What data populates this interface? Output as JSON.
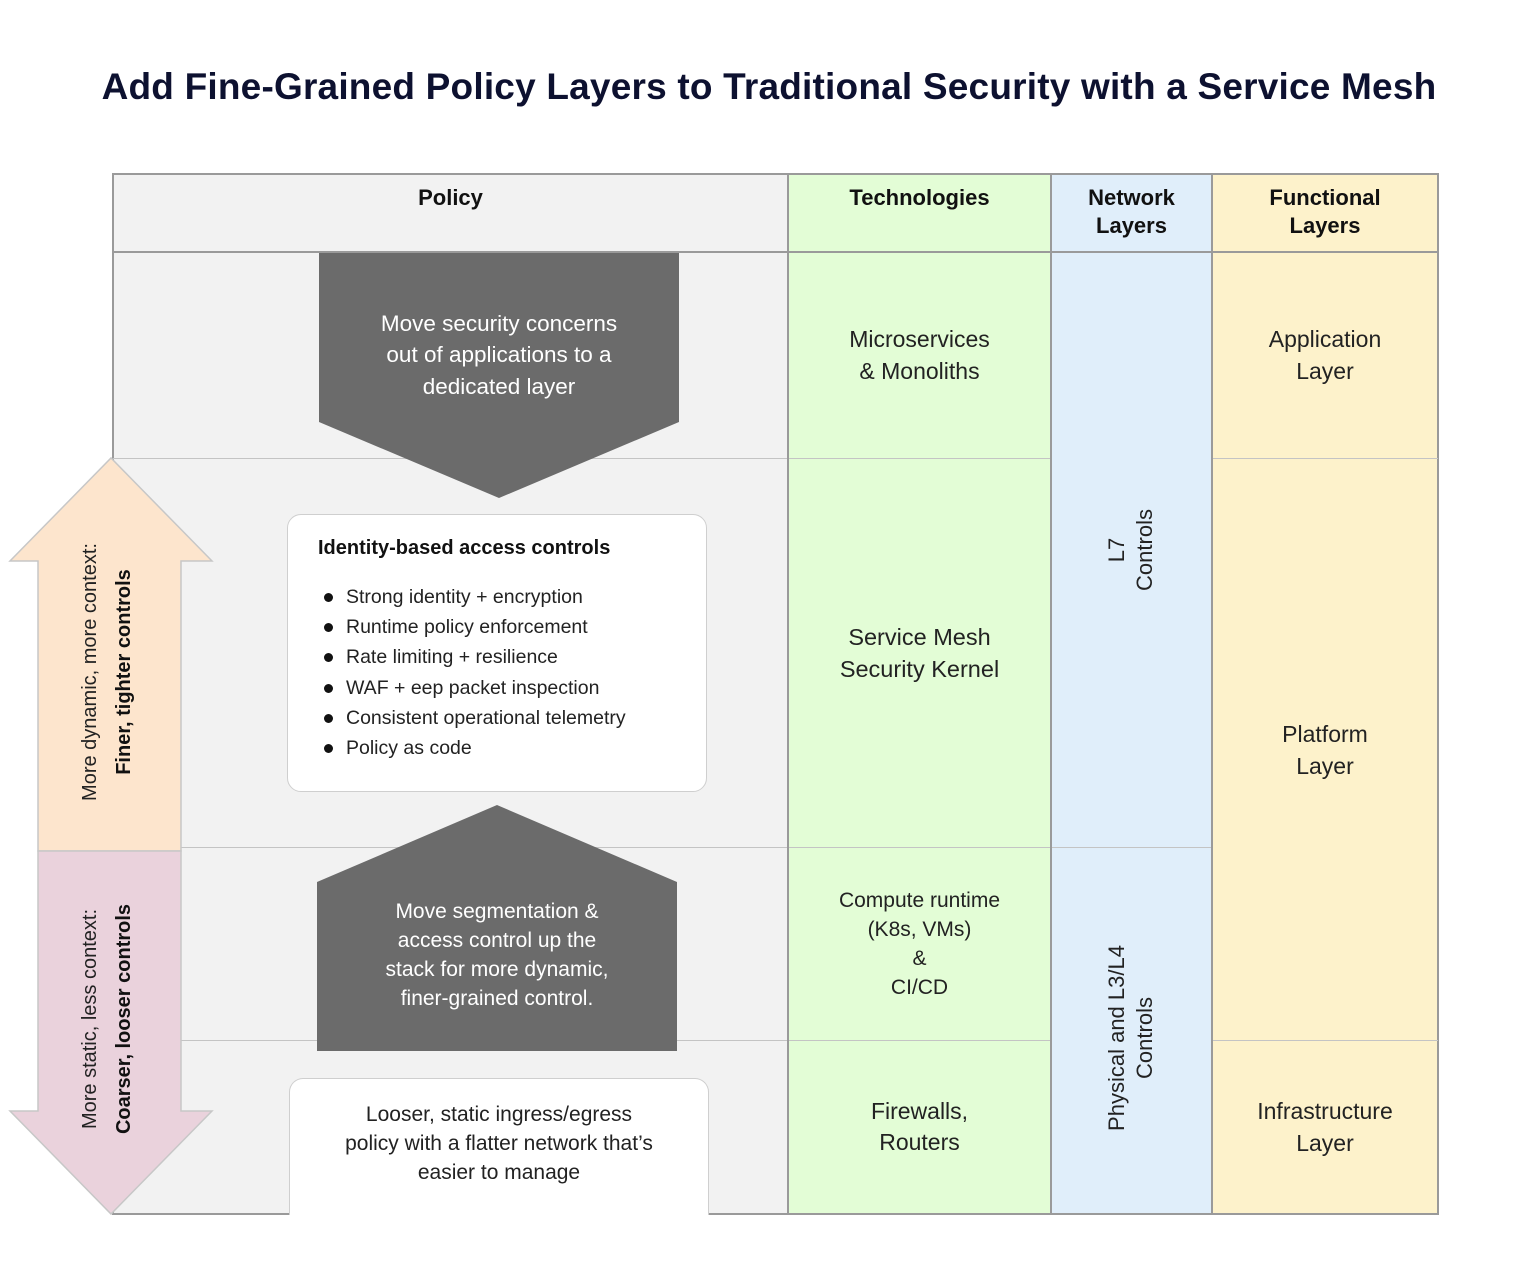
{
  "title": "Add Fine-Grained Policy Layers to Traditional Security with a Service Mesh",
  "headers": {
    "policy": "Policy",
    "technologies": "Technologies",
    "network_layers": "Network\nLayers",
    "functional_layers": "Functional\nLayers"
  },
  "policy": {
    "top_shape": "Move security concerns\nout of applications to a\ndedicated layer",
    "identity_box": {
      "title": "Identity-based access controls",
      "bullets": [
        "Strong identity + encryption",
        "Runtime policy enforcement",
        "Rate limiting + resilience",
        "WAF + eep packet inspection",
        "Consistent operational telemetry",
        "Policy as code"
      ]
    },
    "bottom_shape": "Move segmentation &\naccess control up the\nstack for more dynamic,\nfiner-grained control.",
    "static_box": "Looser, static ingress/egress\npolicy with a flatter network that’s\neasier to manage"
  },
  "technologies": {
    "row1": "Microservices\n& Monoliths",
    "row2": "Service Mesh\nSecurity Kernel",
    "row3": "Compute runtime\n(K8s, VMs)\n&\nCI/CD",
    "row4": "Firewalls,\nRouters"
  },
  "network_layers": {
    "l7_line1": "L7",
    "l7_line2": "Controls",
    "l3_line1": "Physical and L3/L4",
    "l3_line2": "Controls"
  },
  "functional_layers": {
    "application": "Application\nLayer",
    "platform": "Platform\nLayer",
    "infrastructure": "Infrastructure\nLayer"
  },
  "arrows": {
    "up_line1": "More dynamic, more context:",
    "up_line2": "Finer, tighter controls",
    "down_line1": "More static, less context:",
    "down_line2": "Coarser, looser controls"
  },
  "colors": {
    "policy_bg": "#f2f2f2",
    "technologies_bg": "#e3fdd6",
    "network_bg": "#e0eefa",
    "functional_bg": "#fdf2cb",
    "shape_fill": "#6b6b6b",
    "up_arrow": "#fde5cd",
    "down_arrow": "#ead2dc"
  }
}
